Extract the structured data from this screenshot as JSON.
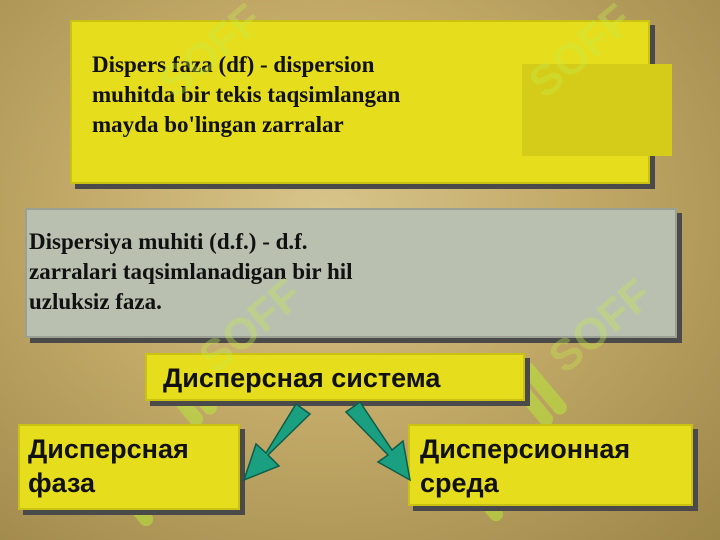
{
  "definitions": {
    "dispersed_phase": "Dispers faza (df) - dispersion\nmuhitda bir tekis taqsimlangan\nmayda bo'lingan zarralar",
    "dispersion_medium": "Dispersiya muhiti (d.f.) - d.f.\nzarralari taqsimlanadigan bir hil\nuzluksiz faza."
  },
  "diagram": {
    "root": "Дисперсная система",
    "left_child": "Дисперсная\nфаза",
    "right_child": "Дисперсионная\nсреда"
  },
  "colors": {
    "box_yellow": "#e6de1c",
    "box_gray": "#b9c0b0",
    "arrow": "#1aa080",
    "watermark": "#b8e83a"
  },
  "watermark": "SOFF"
}
